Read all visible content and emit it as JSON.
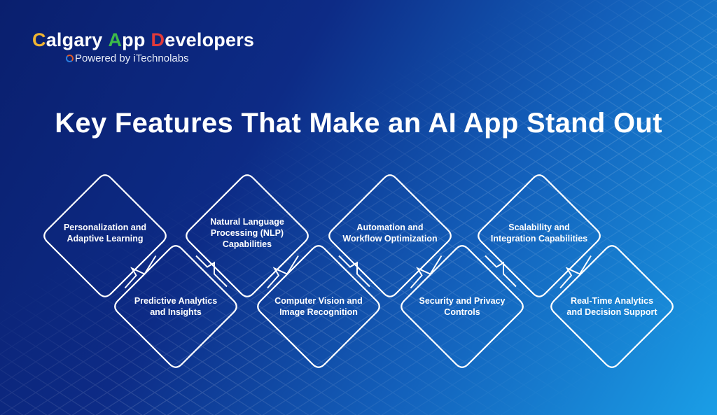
{
  "brand": {
    "name_parts": [
      {
        "initial": "C",
        "rest": "algary",
        "color": "#f1b531"
      },
      {
        "initial": "A",
        "rest": "pp",
        "color": "#3dbb49"
      },
      {
        "initial": "D",
        "rest": "evelopers",
        "color": "#e23a3a"
      }
    ],
    "tagline": "Powered by iTechnolabs",
    "tagline_icon": "ring-logo-icon"
  },
  "title": "Key Features That Make an AI App Stand Out",
  "colors": {
    "background_dark": "#0a1f6e",
    "background_light": "#1a9ee6",
    "outline": "#ffffff",
    "text": "#ffffff"
  },
  "features": [
    {
      "row": "top",
      "lines": [
        "Personalization and",
        "Adaptive Learning"
      ]
    },
    {
      "row": "bottom",
      "lines": [
        "Predictive Analytics",
        "and Insights"
      ]
    },
    {
      "row": "top",
      "lines": [
        "Natural Language",
        "Processing (NLP)",
        "Capabilities"
      ]
    },
    {
      "row": "bottom",
      "lines": [
        "Computer Vision and",
        "Image Recognition"
      ]
    },
    {
      "row": "top",
      "lines": [
        "Automation and",
        "Workflow Optimization"
      ]
    },
    {
      "row": "bottom",
      "lines": [
        "Security and Privacy",
        "Controls"
      ]
    },
    {
      "row": "top",
      "lines": [
        "Scalability and",
        "Integration Capabilities"
      ]
    },
    {
      "row": "bottom",
      "lines": [
        "Real-Time Analytics",
        "and Decision Support"
      ]
    }
  ]
}
